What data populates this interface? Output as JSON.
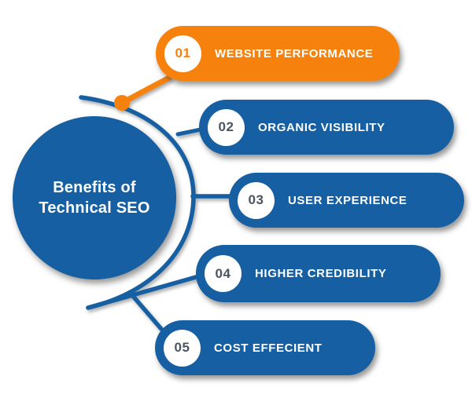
{
  "topic": {
    "title_line1": "Benefits of",
    "title_line2": "Technical SEO"
  },
  "items": [
    {
      "number": "01",
      "label": "WEBSITE PERFORMANCE",
      "accent": "orange"
    },
    {
      "number": "02",
      "label": "ORGANIC VISIBILITY",
      "accent": "blue"
    },
    {
      "number": "03",
      "label": "USER EXPERIENCE",
      "accent": "blue"
    },
    {
      "number": "04",
      "label": "HIGHER CREDIBILITY",
      "accent": "blue"
    },
    {
      "number": "05",
      "label": "COST EFFECIENT",
      "accent": "blue"
    }
  ],
  "colors": {
    "blue": "#155FA2",
    "orange": "#F6820D",
    "number_text": "#4A545F",
    "label_text": "#FFFFFF"
  }
}
